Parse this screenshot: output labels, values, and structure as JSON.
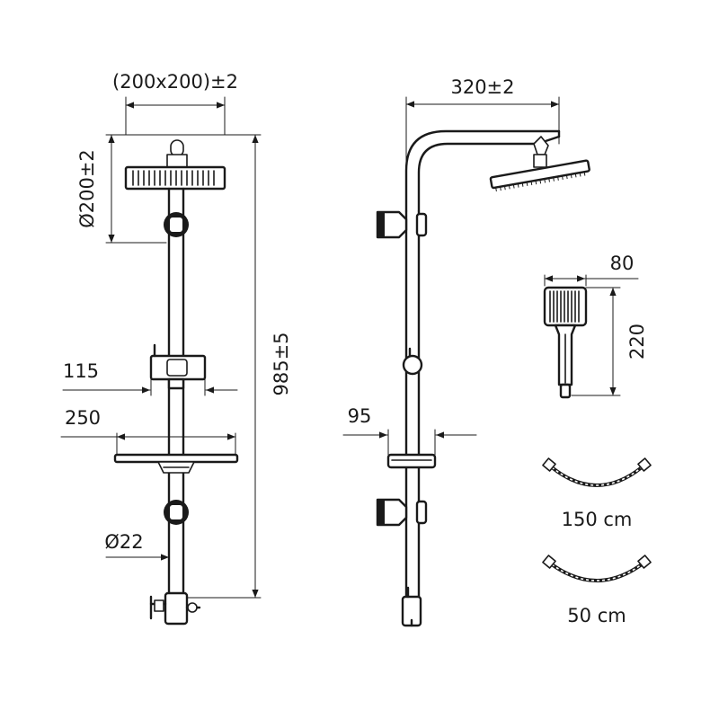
{
  "left_view": {
    "head_size_label": "(200x200)±2",
    "head_diameter_label": "Ø200±2",
    "total_height_label": "985±5",
    "holder_label": "115",
    "shelf_label": "250",
    "pipe_label": "Ø22"
  },
  "side_view": {
    "arm_reach_label": "320±2",
    "shelf_depth_label": "95"
  },
  "hand_shower": {
    "width_label": "80",
    "height_label": "220"
  },
  "hoses": [
    {
      "label": "150 cm"
    },
    {
      "label": "50 cm"
    }
  ]
}
